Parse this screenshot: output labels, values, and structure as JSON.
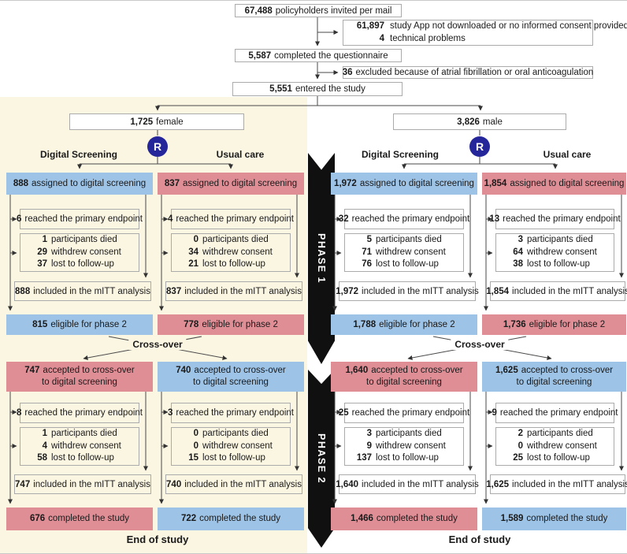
{
  "colors": {
    "blue": "#9dc3e6",
    "pink": "#df8e96",
    "cream": "#fbf6e2",
    "navy": "#26269b"
  },
  "female_panel": {
    "color": "cream"
  },
  "top": {
    "invited_n": "67,488",
    "invited_label": "policyholders invited per mail",
    "exclusion1_rows": [
      {
        "n": "61,897",
        "label": "study App not downloaded or no informed consent provided"
      },
      {
        "n": "4",
        "label": "technical problems"
      }
    ],
    "questionnaire_n": "5,587",
    "questionnaire_label": "completed the questionnaire",
    "exclusion2_n": "36",
    "exclusion2_label": "excluded because of atrial fibrillation or oral anticoagulation",
    "entered_n": "5,551",
    "entered_label": "entered the study"
  },
  "groups": [
    {
      "n": "1,725",
      "label": "female",
      "r": {
        "label": "R",
        "color": "navy"
      },
      "arm_left": "Digital Screening",
      "arm_right": "Usual care",
      "crossover": "Cross-over",
      "end": "End of study"
    },
    {
      "n": "3,826",
      "label": "male",
      "r": {
        "label": "R",
        "color": "navy"
      },
      "arm_left": "Digital Screening",
      "arm_right": "Usual care",
      "crossover": "Cross-over",
      "end": "End of study"
    }
  ],
  "phases": [
    {
      "label": "PHASE 1"
    },
    {
      "label": "PHASE 2"
    }
  ],
  "columns": [
    {
      "assigned": {
        "n": "888",
        "label": "assigned to digital screening",
        "color": "blue"
      },
      "endpoint": {
        "n": "6",
        "label": "reached the primary endpoint"
      },
      "losses": [
        {
          "n": "1",
          "label": "participants died"
        },
        {
          "n": "29",
          "label": "withdrew consent"
        },
        {
          "n": "37",
          "label": "lost to follow-up"
        }
      ],
      "mitt": {
        "n": "888",
        "label": "included in the mITT analysis"
      },
      "eligible": {
        "n": "815",
        "label": "eligible for phase 2",
        "color": "blue"
      },
      "accepted": {
        "n": "747",
        "line1": "accepted to cross-over",
        "line2": "to digital screening",
        "color": "pink"
      },
      "endpoint2": {
        "n": "8",
        "label": "reached the primary endpoint"
      },
      "losses2": [
        {
          "n": "1",
          "label": "participants died"
        },
        {
          "n": "4",
          "label": "withdrew consent"
        },
        {
          "n": "58",
          "label": "lost to follow-up"
        }
      ],
      "mitt2": {
        "n": "747",
        "label": "included in the mITT analysis"
      },
      "completed": {
        "n": "676",
        "label": "completed the study",
        "color": "pink"
      }
    },
    {
      "assigned": {
        "n": "837",
        "label": "assigned to digital screening",
        "color": "pink"
      },
      "endpoint": {
        "n": "4",
        "label": "reached the primary endpoint"
      },
      "losses": [
        {
          "n": "0",
          "label": "participants died"
        },
        {
          "n": "34",
          "label": "withdrew consent"
        },
        {
          "n": "21",
          "label": "lost to follow-up"
        }
      ],
      "mitt": {
        "n": "837",
        "label": "included in the mITT analysis"
      },
      "eligible": {
        "n": "778",
        "label": "eligible for phase 2",
        "color": "pink"
      },
      "accepted": {
        "n": "740",
        "line1": "accepted to cross-over",
        "line2": "to digital screening",
        "color": "blue"
      },
      "endpoint2": {
        "n": "3",
        "label": "reached the primary endpoint"
      },
      "losses2": [
        {
          "n": "0",
          "label": "participants died"
        },
        {
          "n": "0",
          "label": "withdrew consent"
        },
        {
          "n": "15",
          "label": "lost to follow-up"
        }
      ],
      "mitt2": {
        "n": "740",
        "label": "included in the mITT analysis"
      },
      "completed": {
        "n": "722",
        "label": "completed the study",
        "color": "blue"
      }
    },
    {
      "assigned": {
        "n": "1,972",
        "label": "assigned to digital screening",
        "color": "blue"
      },
      "endpoint": {
        "n": "32",
        "label": "reached the primary endpoint"
      },
      "losses": [
        {
          "n": "5",
          "label": "participants died"
        },
        {
          "n": "71",
          "label": "withdrew consent"
        },
        {
          "n": "76",
          "label": "lost to follow-up"
        }
      ],
      "mitt": {
        "n": "1,972",
        "label": "included in the mITT analysis"
      },
      "eligible": {
        "n": "1,788",
        "label": "eligible for phase 2",
        "color": "blue"
      },
      "accepted": {
        "n": "1,640",
        "line1": "accepted to cross-over",
        "line2": "to digital screening",
        "color": "pink"
      },
      "endpoint2": {
        "n": "25",
        "label": "reached the primary endpoint"
      },
      "losses2": [
        {
          "n": "3",
          "label": "participants died"
        },
        {
          "n": "9",
          "label": "withdrew consent"
        },
        {
          "n": "137",
          "label": "lost to follow-up"
        }
      ],
      "mitt2": {
        "n": "1,640",
        "label": "included in the mITT analysis"
      },
      "completed": {
        "n": "1,466",
        "label": "completed the study",
        "color": "pink"
      }
    },
    {
      "assigned": {
        "n": "1,854",
        "label": "assigned to digital screening",
        "color": "pink"
      },
      "endpoint": {
        "n": "13",
        "label": "reached the primary endpoint"
      },
      "losses": [
        {
          "n": "3",
          "label": "participants died"
        },
        {
          "n": "64",
          "label": "withdrew consent"
        },
        {
          "n": "38",
          "label": "lost to follow-up"
        }
      ],
      "mitt": {
        "n": "1,854",
        "label": "included in the mITT analysis"
      },
      "eligible": {
        "n": "1,736",
        "label": "eligible for phase 2",
        "color": "pink"
      },
      "accepted": {
        "n": "1,625",
        "line1": "accepted to cross-over",
        "line2": "to digital screening",
        "color": "blue"
      },
      "endpoint2": {
        "n": "9",
        "label": "reached the primary endpoint"
      },
      "losses2": [
        {
          "n": "2",
          "label": "participants died"
        },
        {
          "n": "0",
          "label": "withdrew consent"
        },
        {
          "n": "25",
          "label": "lost to follow-up"
        }
      ],
      "mitt2": {
        "n": "1,625",
        "label": "included in the mITT analysis"
      },
      "completed": {
        "n": "1,589",
        "label": "completed the study",
        "color": "blue"
      }
    }
  ]
}
